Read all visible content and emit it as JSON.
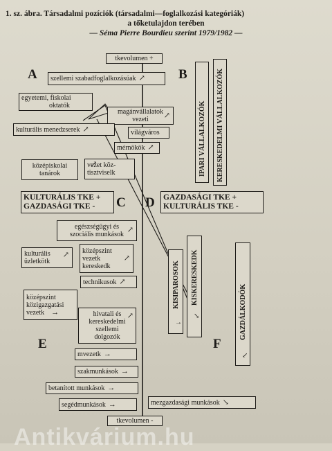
{
  "caption": {
    "line1": "1. sz. ábra. Társadalmi pozíciók (társadalmi—foglalkozási kategóriák)",
    "line2": "a tőketulajdon terében",
    "line3": "— Séma Pierre Bourdieu szerint 1979/1982 —"
  },
  "axis": {
    "top": "tkevolumen +",
    "bottom": "tkevolumen -"
  },
  "regions": {
    "a": "A",
    "b": "B",
    "c": "C",
    "d": "D",
    "e": "E",
    "f": "F"
  },
  "quadrant_labels": {
    "left_line1": "KULTURÁLIS TKE +",
    "left_line2": "GAZDASÁGI TKE -",
    "right_line1": "GAZDASÁGI TKE +",
    "right_line2": "KULTURÁLIS TKE -"
  },
  "occupations": {
    "szellemi": "szellemi szabadfoglalkozásúak",
    "egyetemi_line1": "egyetemi, fiskolai",
    "egyetemi_line2": "oktatók",
    "maganvallalatok_line1": "magánvállalatok",
    "maganvallalatok_line2": "vezeti",
    "kulturalis_menedzserek": "kulturális menedzserek",
    "vilagvaros": "világváros",
    "mernokok": "mérnökök",
    "kozepiskolai_line1": "középiskolai",
    "kozepiskolai_line2": "tanárok",
    "vezet_line1": "vezet köz-",
    "vezet_line2": "tisztviselk",
    "egeszsegugyi_line1": "egészségügyi és",
    "egeszsegugyi_line2": "szociális munkások",
    "kulturalis_uzlet_line1": "kulturális",
    "kulturalis_uzlet_line2": "üzletkötk",
    "kozepszint_keresk_line1": "középszint",
    "kozepszint_keresk_line2": "vezetk",
    "kozepszint_keresk_line3": "kereskedk",
    "technikusok": "technikusok",
    "kozigazgatasi_line1": "középszint",
    "kozigazgatasi_line2": "közigazgatási",
    "kozigazgatasi_line3": "vezetk",
    "hivatali_line1": "hivatali és",
    "hivatali_line2": "kereskedelmi",
    "hivatali_line3": "szellemi",
    "hivatali_line4": "dolgozók",
    "mvezetk": "mvezetk",
    "szakmunkasok": "szakmunkások",
    "betanitott": "betanított munkások",
    "segedmunkasok": "segédmunkások",
    "mezogazdasagi": "mezgazdasági munkások"
  },
  "vertical_groups": {
    "ipari": "IPARI VÁLLALKOZÓK",
    "kereskedelmi": "KERESKEDELMI VÁLLALKOZÓK",
    "kisiparosok": "KISIPAROSOK",
    "kiskereskedk": "KISKERESKEDK",
    "gazdalkodok": "GAZDÁLKODÓK"
  },
  "watermark": "Antikvárium.hu"
}
